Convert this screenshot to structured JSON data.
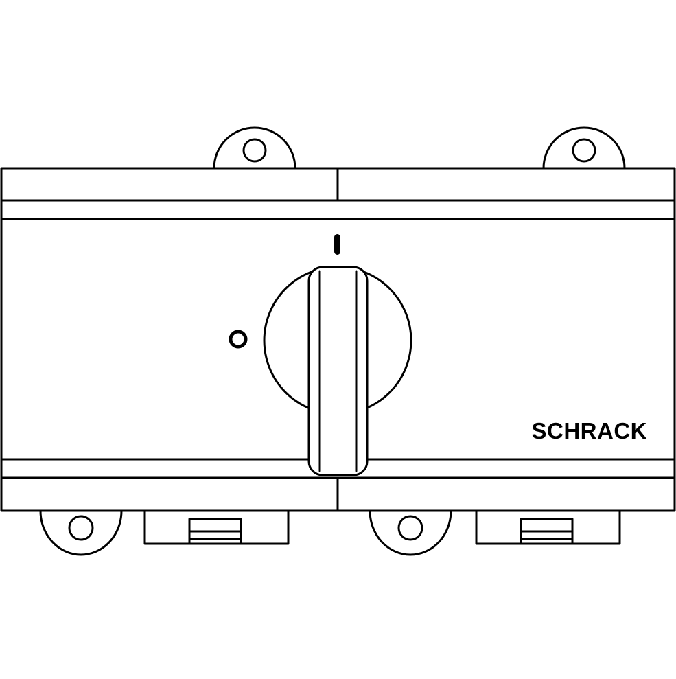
{
  "brand": {
    "label": "SCHRACK"
  },
  "switch_positions": {
    "on_label": "I",
    "off_label": "O"
  },
  "colors": {
    "stroke": "#000000",
    "background": "#ffffff"
  }
}
